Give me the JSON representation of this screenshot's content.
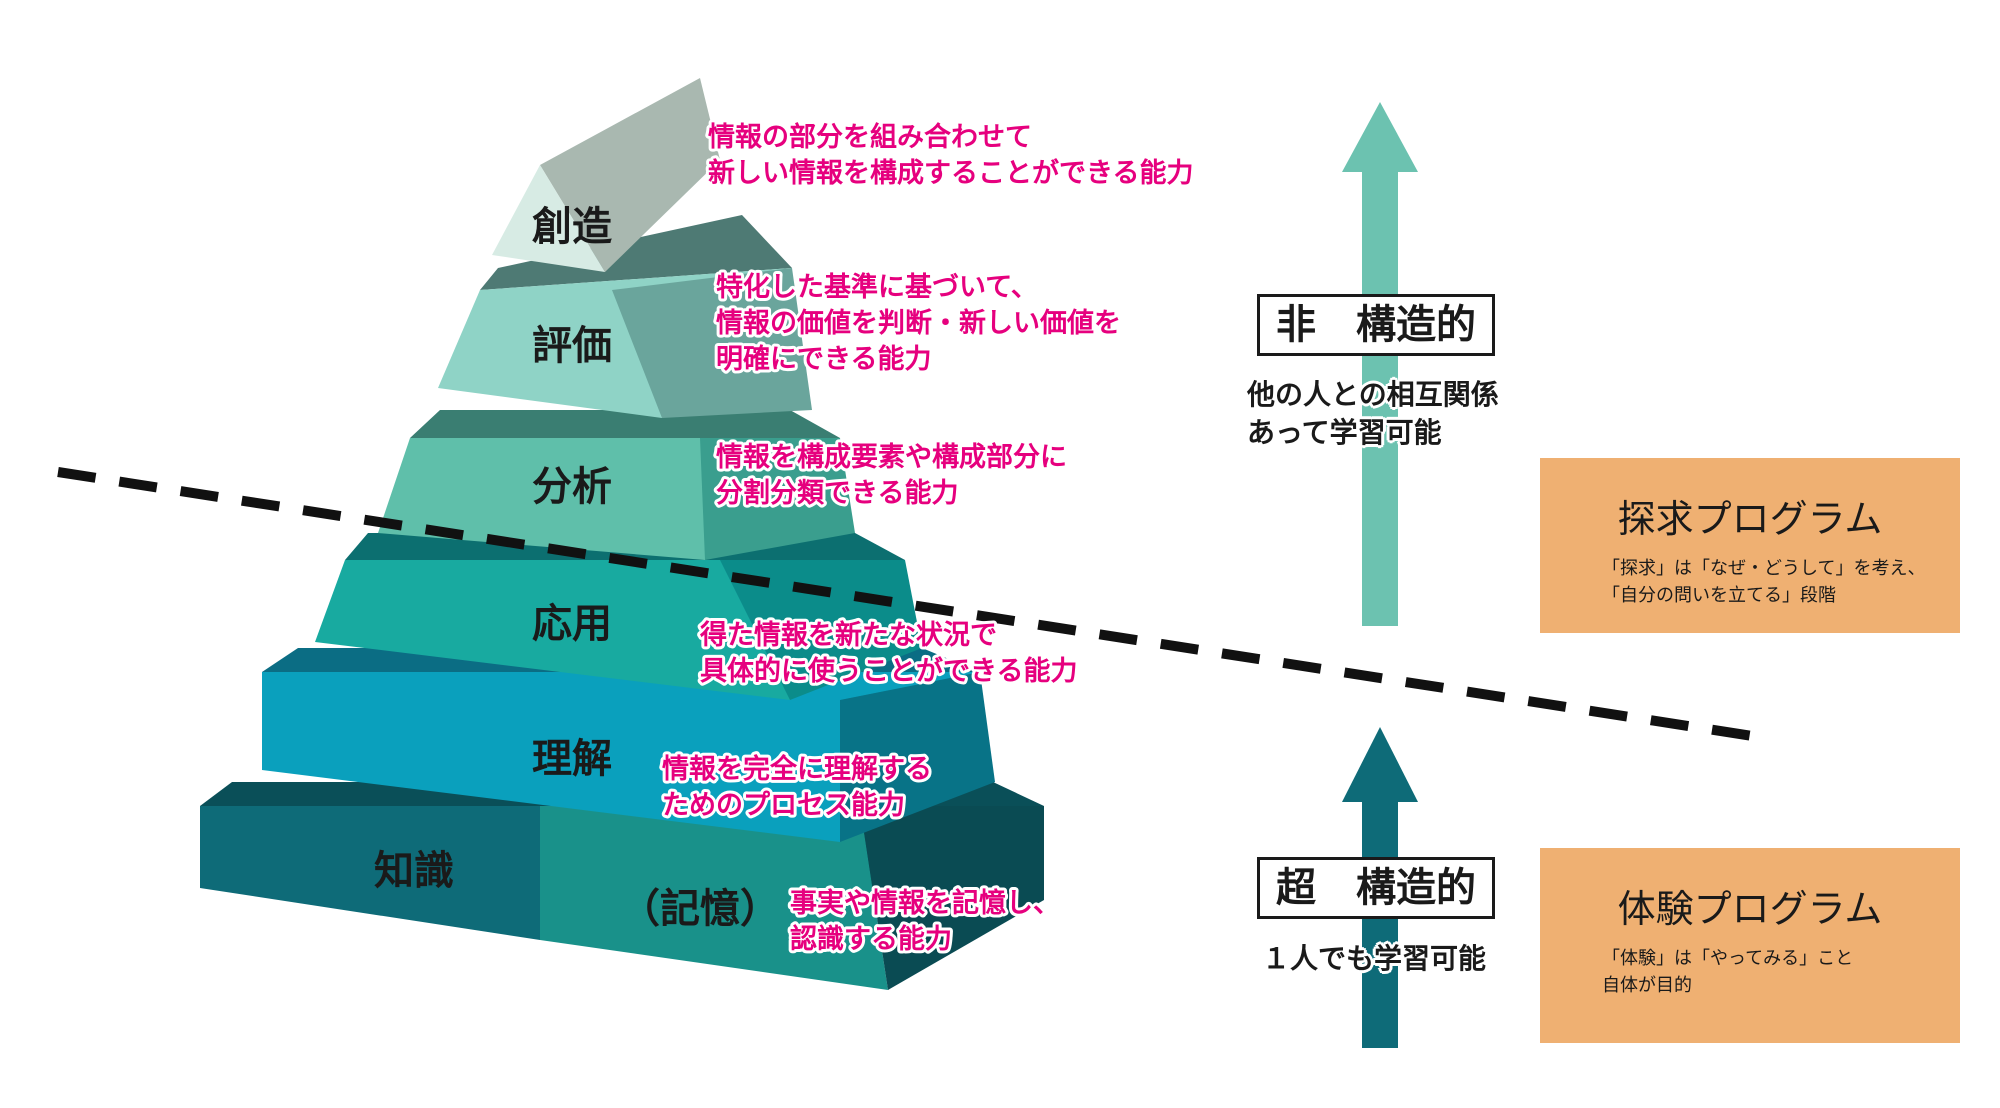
{
  "pyramid": {
    "levels": [
      {
        "name": "創造",
        "desc": [
          "情報の部分を組み合わせて",
          "新しい情報を構成することができる能力"
        ]
      },
      {
        "name": "評価",
        "desc": [
          "特化した基準に基づいて、",
          "情報の価値を判断・新しい価値を",
          "明確にできる能力"
        ]
      },
      {
        "name": "分析",
        "desc": [
          "情報を構成要素や構成部分に",
          "分割分類できる能力"
        ]
      },
      {
        "name": "応用",
        "desc": [
          "得た情報を新たな状況で",
          "具体的に使うことができる能力"
        ]
      },
      {
        "name": "理解",
        "desc": [
          "情報を完全に理解する",
          "ためのプロセス能力"
        ]
      },
      {
        "name": "知識",
        "sub": "（記憶）",
        "desc": [
          "事実や情報を記憶し、",
          "認識する能力"
        ]
      }
    ]
  },
  "axis": {
    "upper": {
      "label": "非　構造的",
      "desc": [
        "他の人との相互関係",
        "あって学習可能"
      ]
    },
    "lower": {
      "label": "超　構造的",
      "desc": [
        "１人でも学習可能"
      ]
    }
  },
  "programs": {
    "inquiry": {
      "title": "探求プログラム",
      "desc": [
        "「探求」は「なぜ・どうして」を考え、",
        "「自分の問いを立てる」段階"
      ]
    },
    "experience": {
      "title": "体験プログラム",
      "desc": [
        "「体験」は「やってみる」こと",
        "自体が目的"
      ]
    }
  },
  "colors": {
    "accent_text": "#e6007e",
    "upper_arrow": "#6cc2b0",
    "lower_arrow": "#0e6b78",
    "program_box": "#efb072"
  }
}
